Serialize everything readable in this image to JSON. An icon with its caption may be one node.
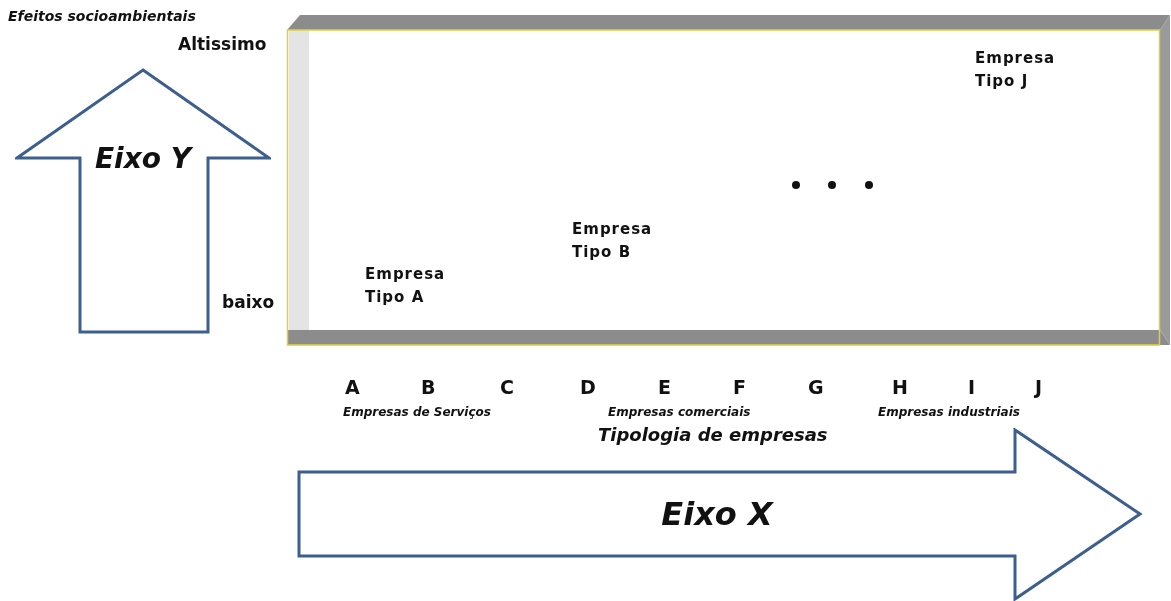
{
  "diagram": {
    "nodes": [
      {
        "text": [
          "Eixo Y"
        ]
      },
      {
        "text": [
          "Eixo X"
        ]
      }
    ],
    "edges": [],
    "labels": [
      "Efeitos socioambientais",
      "Altissimo",
      "Empresa Tipo J",
      "Empresa Tipo B",
      "Empresa Tipo A",
      "baixo",
      "A",
      "B",
      "C",
      "D",
      "E",
      "F",
      "G",
      "H",
      "I",
      "J",
      "Empresas de Serviços",
      "Empresas comerciais",
      "Empresas industriais",
      "Tipologia de empresas"
    ]
  }
}
